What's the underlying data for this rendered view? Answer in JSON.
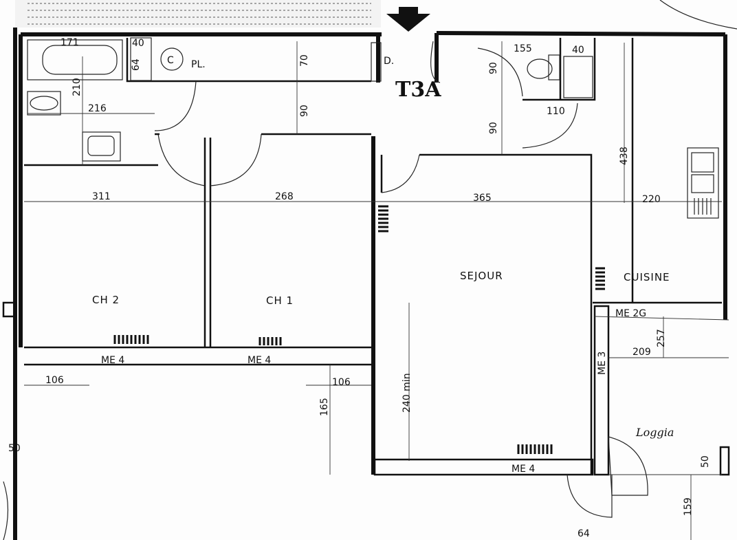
{
  "rooms": {
    "ch2": "CH 2",
    "ch1": "CH 1",
    "sejour": "SEJOUR",
    "cuisine": "CUISINE",
    "loggia": "Loggia"
  },
  "fixtures": {
    "pl": "PL.",
    "c": "C",
    "door_d": "D."
  },
  "logo": "T3A",
  "dims": {
    "d171": "171",
    "d40a": "40",
    "d64a": "64",
    "d70": "70",
    "d210": "210",
    "d216": "216",
    "d90a": "90",
    "d90b": "90",
    "d90c": "90",
    "d155": "155",
    "d40b": "40",
    "d110": "110",
    "d438": "438",
    "d311": "311",
    "d268": "268",
    "d365": "365",
    "d220": "220",
    "d240min": "240 min",
    "d257": "257",
    "d209": "209",
    "d106a": "106",
    "d106b": "106",
    "d165": "165",
    "d50a": "50",
    "d50b": "50",
    "d159": "159",
    "d64b": "64"
  },
  "windows": {
    "me4a": "ME 4",
    "me4b": "ME 4",
    "me4c": "ME 4",
    "me2g": "ME 2G",
    "me3": "ME 3"
  }
}
